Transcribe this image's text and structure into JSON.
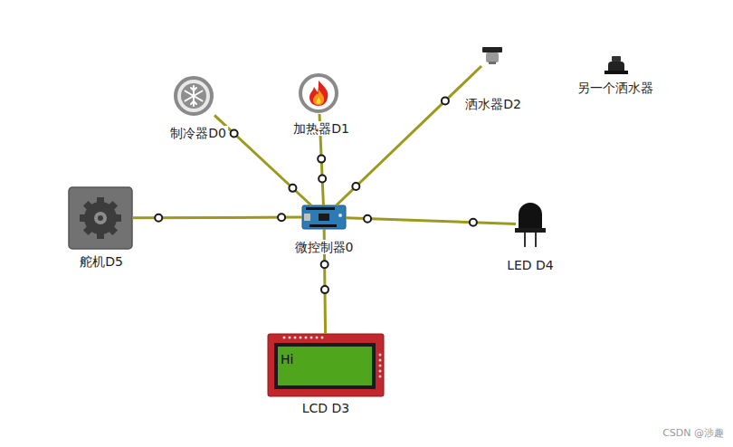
{
  "diagram": {
    "nodes": [
      {
        "text": [
          "制冷器D0"
        ]
      },
      {
        "text": [
          "加热器D1"
        ]
      },
      {
        "text": [
          "洒水器D2"
        ]
      },
      {
        "text": [
          "另一个洒水器"
        ]
      },
      {
        "text": [
          "舵机D5"
        ]
      },
      {
        "text": [
          "微控制器0"
        ]
      },
      {
        "text": [
          "LED D4"
        ]
      },
      {
        "text": [
          "Hi",
          "LCD D3"
        ]
      }
    ],
    "edges": [
      {
        "from": 5,
        "to": 0,
        "arrow": "none"
      },
      {
        "from": 5,
        "to": 1,
        "arrow": "none"
      },
      {
        "from": 5,
        "to": 2,
        "arrow": "none"
      },
      {
        "from": 5,
        "to": 4,
        "arrow": "none"
      },
      {
        "from": 5,
        "to": 6,
        "arrow": "none"
      },
      {
        "from": 5,
        "to": 7,
        "arrow": "none"
      }
    ],
    "labels": [
      "CSDN @涉趣"
    ]
  }
}
